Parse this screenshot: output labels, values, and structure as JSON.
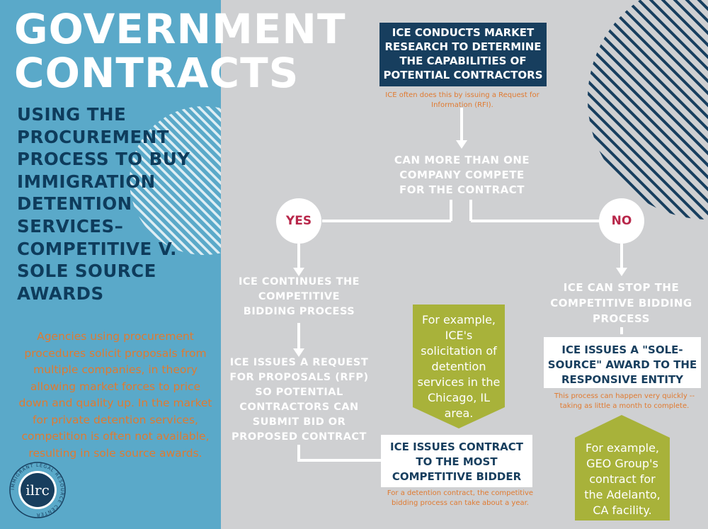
{
  "title": {
    "line1": "GOVERNMENT",
    "line2": "CONTRACTS"
  },
  "subtitle": "USING THE PROCUREMENT PROCESS TO BUY IMMIGRATION DETENTION SERVICES– COMPETITIVE V. SOLE SOURCE AWARDS",
  "intro": "Agencies using procurement procedures solicit proposals from multiple companies, in theory allowing market forces to price down and quality up. In the market for private detention services, competition is often not available, resulting in sole source awards.",
  "logo": {
    "text": "ilrc",
    "ring": "IMMIGRANT LEGAL RESOURCE CENTER"
  },
  "flow": {
    "step1": "ICE CONDUCTS MARKET RESEARCH TO DETERMINE THE CAPABILITIES OF POTENTIAL CONTRACTORS",
    "step1_note": "ICE often does this by issuing a Request for Information (RFI).",
    "question": "CAN MORE THAN ONE COMPANY COMPETE FOR THE CONTRACT",
    "yes": "YES",
    "no": "NO",
    "yes_step1": "ICE CONTINUES THE COMPETITIVE BIDDING PROCESS",
    "yes_step2": "ICE ISSUES A REQUEST FOR PROPOSALS (RFP) SO POTENTIAL CONTRACTORS CAN SUBMIT BID OR PROPOSED CONTRACT",
    "yes_step3": "ICE ISSUES CONTRACT TO THE MOST COMPETITIVE BIDDER",
    "yes_note": "For a detention contract, the competitive bidding process can take about a year.",
    "yes_example": "For example, ICE's solicitation of detention services in the Chicago, IL area.",
    "no_step1": "ICE CAN STOP THE COMPETITIVE BIDDING PROCESS",
    "no_step2": "ICE ISSUES A \"SOLE-SOURCE\" AWARD TO THE RESPONSIVE ENTITY",
    "no_note": "This process can happen very quickly -- taking as little a month to complete.",
    "no_example": "For example, GEO Group's contract for the Adelanto, CA facility."
  },
  "colors": {
    "navy": "#173e5e",
    "blue": "#5aa9c9",
    "orange": "#e07a30",
    "green": "#a8b23a",
    "red": "#b8274a",
    "gray": "#cfd0d2"
  }
}
